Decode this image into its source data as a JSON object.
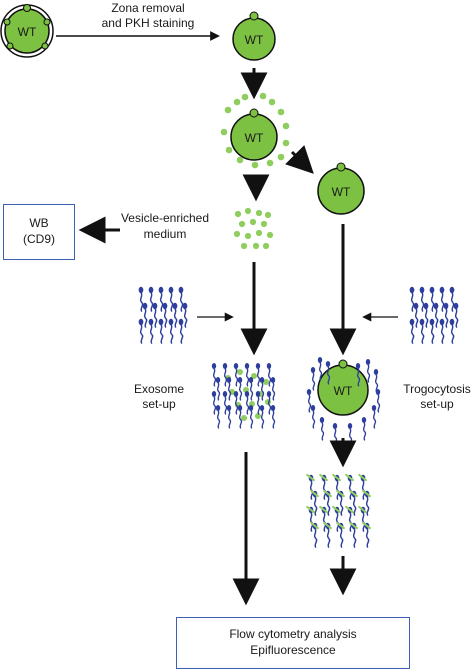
{
  "labels": {
    "zona_line1": "Zona removal",
    "zona_line2": "and PKH staining",
    "vesicle_line1": "Vesicle-enriched",
    "vesicle_line2": "medium",
    "exosome_line1": "Exosome",
    "exosome_line2": "set-up",
    "trogo_line1": "Trogocytosis",
    "trogo_line2": "set-up"
  },
  "cells": {
    "wt_label": "WT"
  },
  "boxes": {
    "wb_line1": "WB",
    "wb_line2": "(CD9)",
    "flow_line1": "Flow cytometry analysis",
    "flow_line2": "Epifluorescence"
  },
  "colors": {
    "cell_green": "#7dc142",
    "vesicle_green": "#8fcd5e",
    "sperm_blue": "#2e3e9c",
    "box_border": "#3f61b5"
  }
}
